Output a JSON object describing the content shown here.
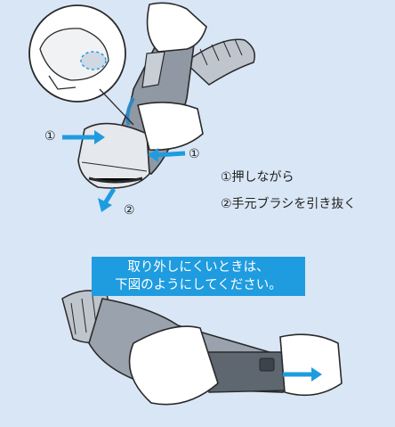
{
  "markers": {
    "press_left": "①",
    "press_right": "①",
    "pull": "②"
  },
  "instructions": {
    "line1": "①押しながら",
    "line2": "②手元ブラシを引き抜く"
  },
  "banner": {
    "line1": "取り外しにくいときは、",
    "line2": "下図のようにしてください。"
  },
  "colors": {
    "background": "#d9e6f5",
    "banner": "#1f9be0",
    "arrow": "#1f9be0"
  }
}
